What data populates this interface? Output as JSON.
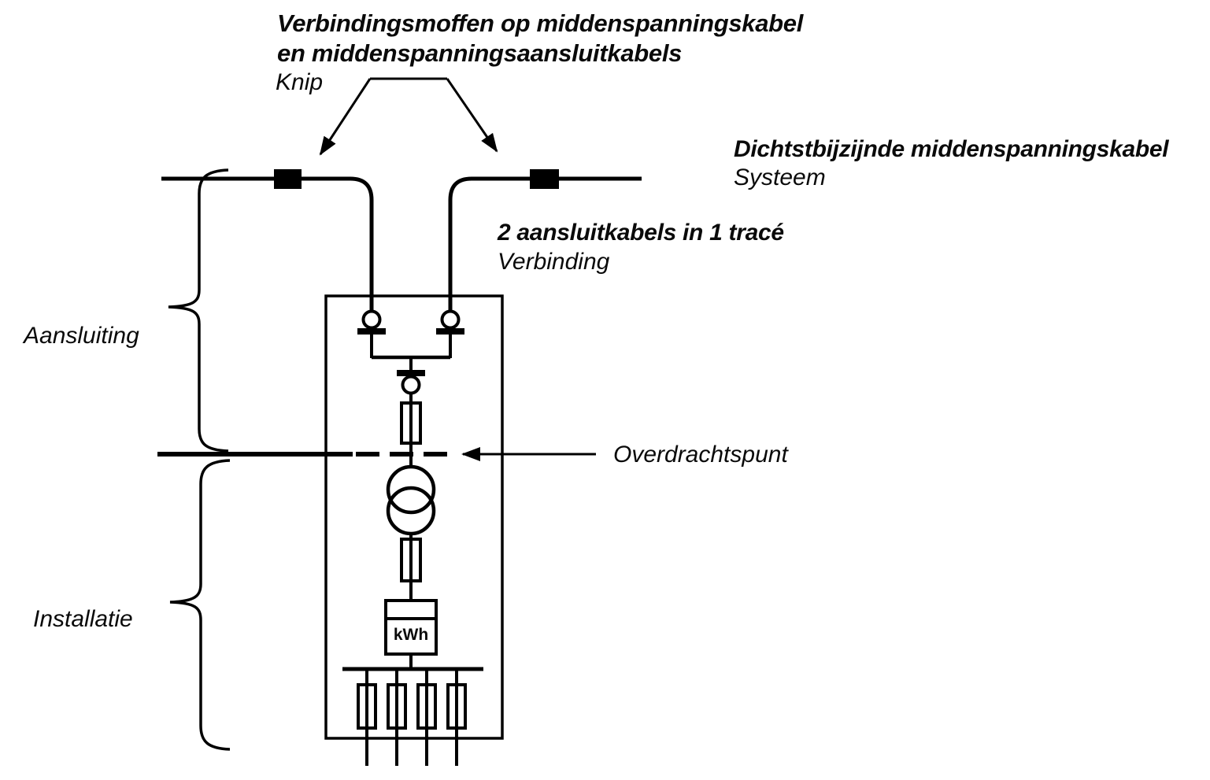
{
  "diagram": {
    "labels": {
      "title_line1": "Verbindingsmoffen op middenspanningskabel",
      "title_line2": "en middenspanningsaansluitkabels",
      "title_sub": "Knip",
      "system_line1": "Dichtstbijzijnde middenspanningskabel",
      "system_line2": "Systeem",
      "connection_line1": "2 aansluitkabels in 1 tracé",
      "connection_line2": "Verbinding",
      "transfer_point": "Overdrachtspunt",
      "section_top": "Aansluiting",
      "section_bottom": "Installatie",
      "meter": "kWh"
    },
    "colors": {
      "line": "#000000",
      "background": "#ffffff"
    }
  }
}
